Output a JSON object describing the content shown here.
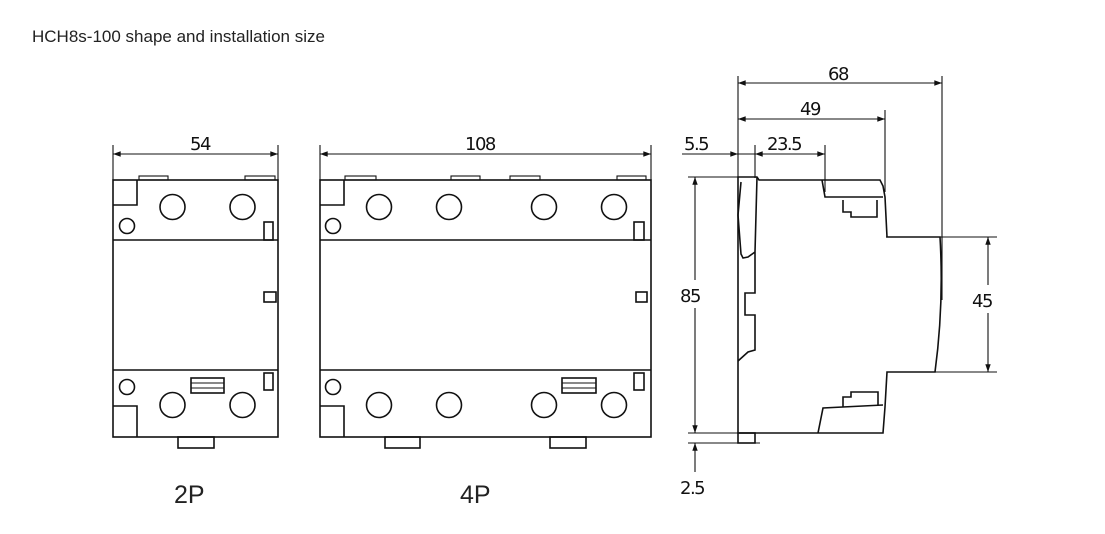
{
  "title": "HCH8s-100 shape and installation size",
  "views": {
    "p2": {
      "label": "2P",
      "width_dim": "54"
    },
    "p4": {
      "label": "4P",
      "width_dim": "108"
    },
    "side": {
      "depth_total": "68",
      "depth_mid": "49",
      "offset_left": "5.5",
      "depth_front": "23.5",
      "height": "85",
      "front_height": "45",
      "bottom_offset": "2.5"
    }
  }
}
